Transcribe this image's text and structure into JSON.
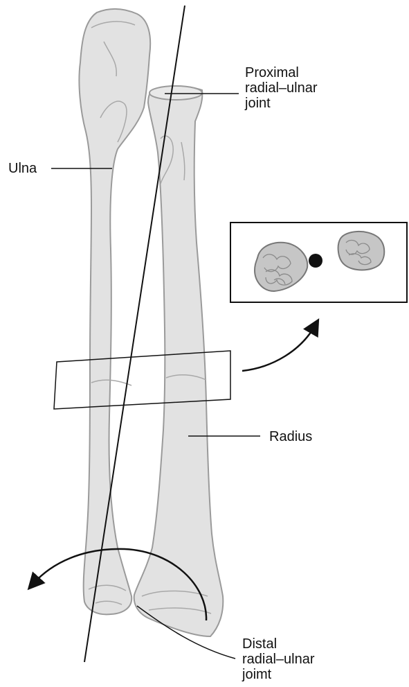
{
  "labels": {
    "ulna": "Ulna",
    "radius": "Radius",
    "proximal": [
      "Proximal",
      "radial–ulnar",
      "joint"
    ],
    "distal": [
      "Distal",
      "radial–ulnar",
      "joimt"
    ]
  },
  "colors": {
    "bone_fill": "#e2e2e2",
    "bone_outline": "#9a9a9a",
    "line": "#111111",
    "section_fill": "#c6c6c6"
  }
}
